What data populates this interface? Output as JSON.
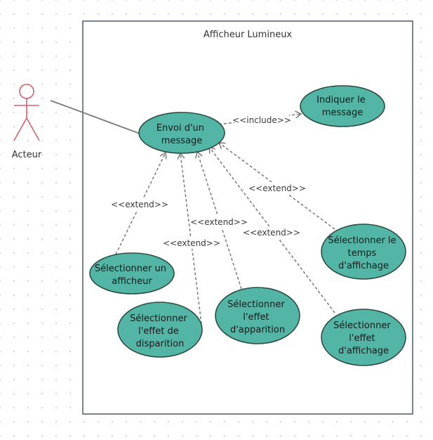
{
  "system": {
    "title": "Afficheur Lumineux"
  },
  "actor": {
    "name": "Acteur",
    "color": "#d95f6b"
  },
  "colors": {
    "usecase_fill": "#52b5a5",
    "usecase_stroke": "#2d4d43",
    "boundary_stroke": "#4a5a6e",
    "connector": "#7a7a7a"
  },
  "use_cases": {
    "envoi": [
      "Envoi d'un",
      "message"
    ],
    "indiquer": [
      "Indiquer le",
      "message"
    ],
    "afficheur": [
      "Sélectionner un",
      "afficheur"
    ],
    "disparition": [
      "Sélectionner",
      "l'effet de",
      "disparition"
    ],
    "apparition": [
      "Sélectionner",
      "l'effet",
      "d'apparition"
    ],
    "temps": [
      "Sélectionner le",
      "temps",
      "d'affichage"
    ],
    "effet_affichage": [
      "Sélectionner",
      "l'effet",
      "d'affichage"
    ]
  },
  "relations": {
    "include": "<<include>>",
    "extend_afficheur": "<<extend>>",
    "extend_disparition": "<<extend>>",
    "extend_apparition": "<<extend>>",
    "extend_effet_affichage": "<<extend>>",
    "extend_temps": "<<extend>>"
  }
}
